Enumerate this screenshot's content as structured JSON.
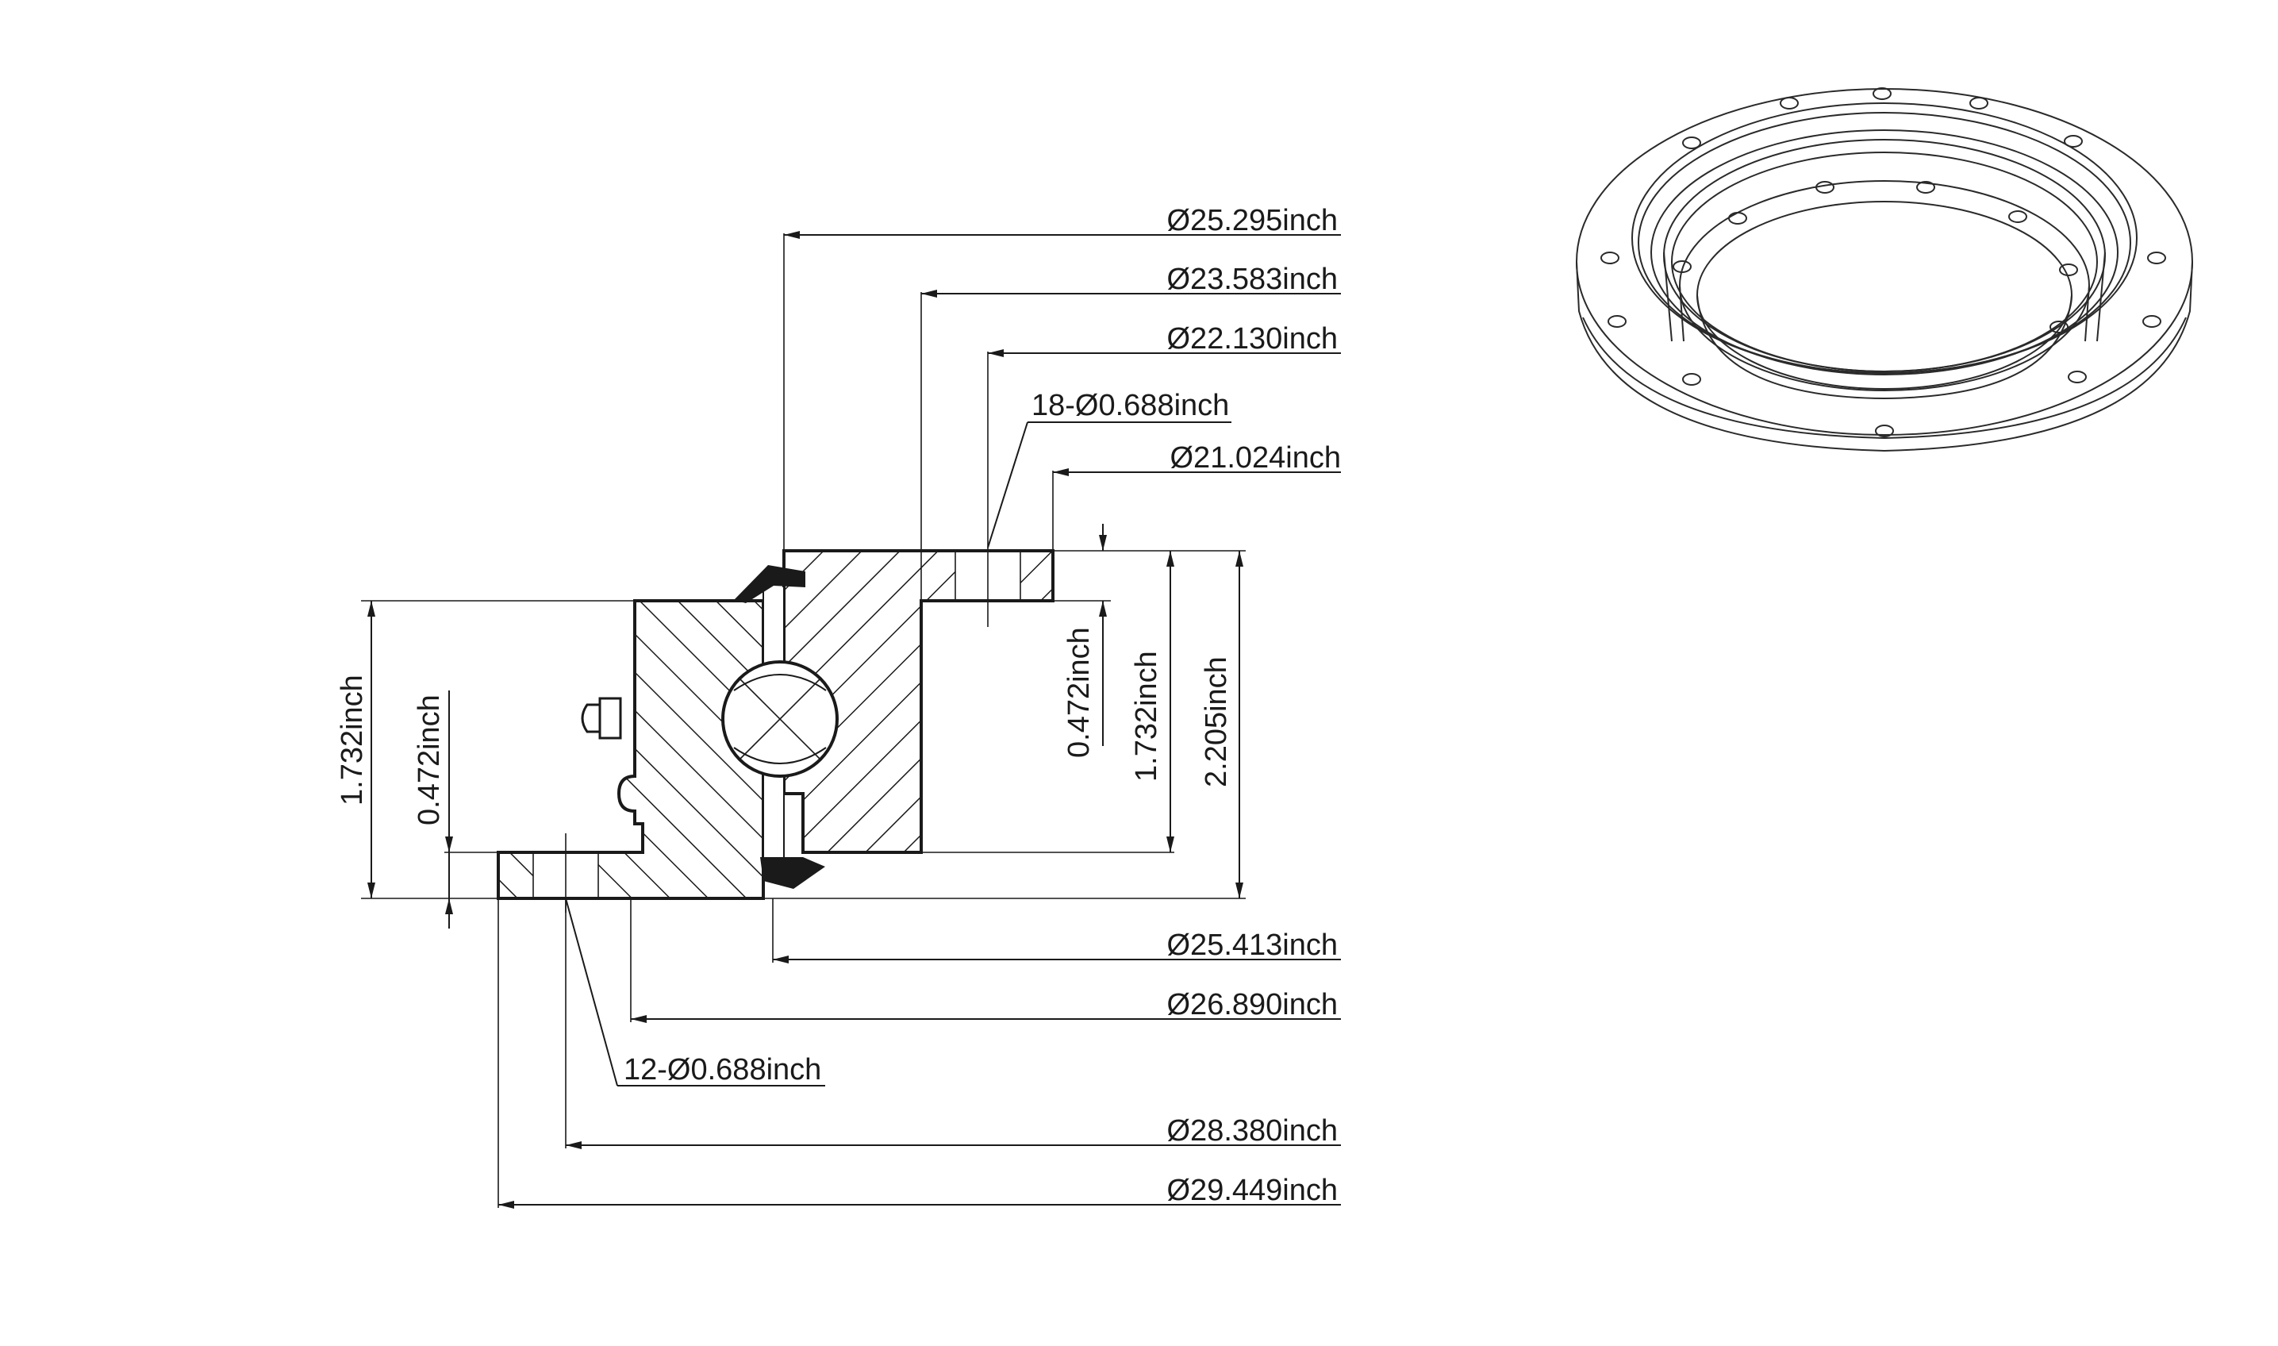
{
  "dimensions": {
    "d_25_295": "Ø25.295inch",
    "d_23_583": "Ø23.583inch",
    "d_22_130": "Ø22.130inch",
    "holes_18": "18-Ø0.688inch",
    "d_21_024": "Ø21.024inch",
    "h_0_472_right": "0.472inch",
    "h_1_732_right": "1.732inch",
    "h_2_205": "2.205inch",
    "h_1_732_left": "1.732inch",
    "h_0_472_left": "0.472inch",
    "d_25_413": "Ø25.413inch",
    "d_26_890": "Ø26.890inch",
    "holes_12": "12-Ø0.688inch",
    "d_28_380": "Ø28.380inch",
    "d_29_449": "Ø29.449inch"
  }
}
